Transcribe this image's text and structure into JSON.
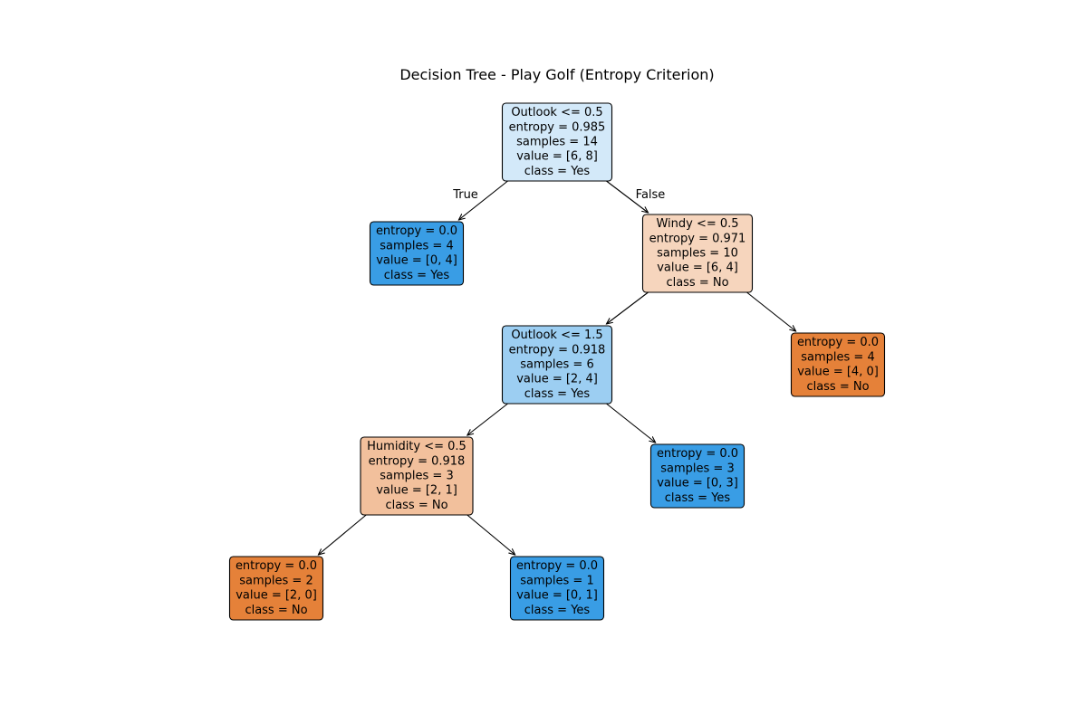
{
  "title": "Decision Tree - Play Golf (Entropy Criterion)",
  "edge_labels": {
    "true_label": "True",
    "false_label": "False"
  },
  "class_colors": {
    "No": "#e58139",
    "Yes": "#399de5"
  },
  "nodes": [
    {
      "id": "root",
      "lines": [
        "Outlook <= 0.5",
        "entropy = 0.985",
        "samples = 14",
        "value = [6, 8]",
        "class = Yes"
      ],
      "fill": "#d3e9f9"
    },
    {
      "id": "leaf-outlook-true",
      "lines": [
        "entropy = 0.0",
        "samples = 4",
        "value = [0, 4]",
        "class = Yes"
      ],
      "fill": "#399de5"
    },
    {
      "id": "windy",
      "lines": [
        "Windy <= 0.5",
        "entropy = 0.971",
        "samples = 10",
        "value = [6, 4]",
        "class = No"
      ],
      "fill": "#f6d5bd"
    },
    {
      "id": "outlook-1-5",
      "lines": [
        "Outlook <= 1.5",
        "entropy = 0.918",
        "samples = 6",
        "value = [2, 4]",
        "class = Yes"
      ],
      "fill": "#9ccef2"
    },
    {
      "id": "leaf-windy-false",
      "lines": [
        "entropy = 0.0",
        "samples = 4",
        "value = [4, 0]",
        "class = No"
      ],
      "fill": "#e58139"
    },
    {
      "id": "humidity",
      "lines": [
        "Humidity <= 0.5",
        "entropy = 0.918",
        "samples = 3",
        "value = [2, 1]",
        "class = No"
      ],
      "fill": "#f2c09c"
    },
    {
      "id": "leaf-outlook15-false",
      "lines": [
        "entropy = 0.0",
        "samples = 3",
        "value = [0, 3]",
        "class = Yes"
      ],
      "fill": "#399de5"
    },
    {
      "id": "leaf-humidity-true",
      "lines": [
        "entropy = 0.0",
        "samples = 2",
        "value = [2, 0]",
        "class = No"
      ],
      "fill": "#e58139"
    },
    {
      "id": "leaf-humidity-false",
      "lines": [
        "entropy = 0.0",
        "samples = 1",
        "value = [0, 1]",
        "class = Yes"
      ],
      "fill": "#399de5"
    }
  ],
  "edges": [
    {
      "from": "root",
      "to": "leaf-outlook-true",
      "label": "True"
    },
    {
      "from": "root",
      "to": "windy",
      "label": "False"
    },
    {
      "from": "windy",
      "to": "outlook-1-5"
    },
    {
      "from": "windy",
      "to": "leaf-windy-false"
    },
    {
      "from": "outlook-1-5",
      "to": "humidity"
    },
    {
      "from": "outlook-1-5",
      "to": "leaf-outlook15-false"
    },
    {
      "from": "humidity",
      "to": "leaf-humidity-true"
    },
    {
      "from": "humidity",
      "to": "leaf-humidity-false"
    }
  ]
}
